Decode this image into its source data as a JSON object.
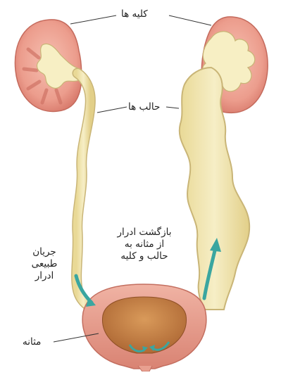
{
  "labels": {
    "kidneys": "کلیه ها",
    "ureters": "حالب ها",
    "bladder": "مثانه",
    "normal_flow": [
      "جریان",
      "طبیعی",
      "ادرار"
    ],
    "reflux": [
      "بازگشت ادرار",
      "از مثانه به",
      "حالب و کلیه"
    ]
  },
  "colors": {
    "kidney_outer": "#dc8a7e",
    "kidney_cortex": "#f0a898",
    "urine_yellow": "#f3e8b2",
    "urine_outline": "#c9b577",
    "bladder_wall": "#e59a8a",
    "bladder_inner": "#c97f4c",
    "arrow_teal": "#3aa6a0"
  }
}
